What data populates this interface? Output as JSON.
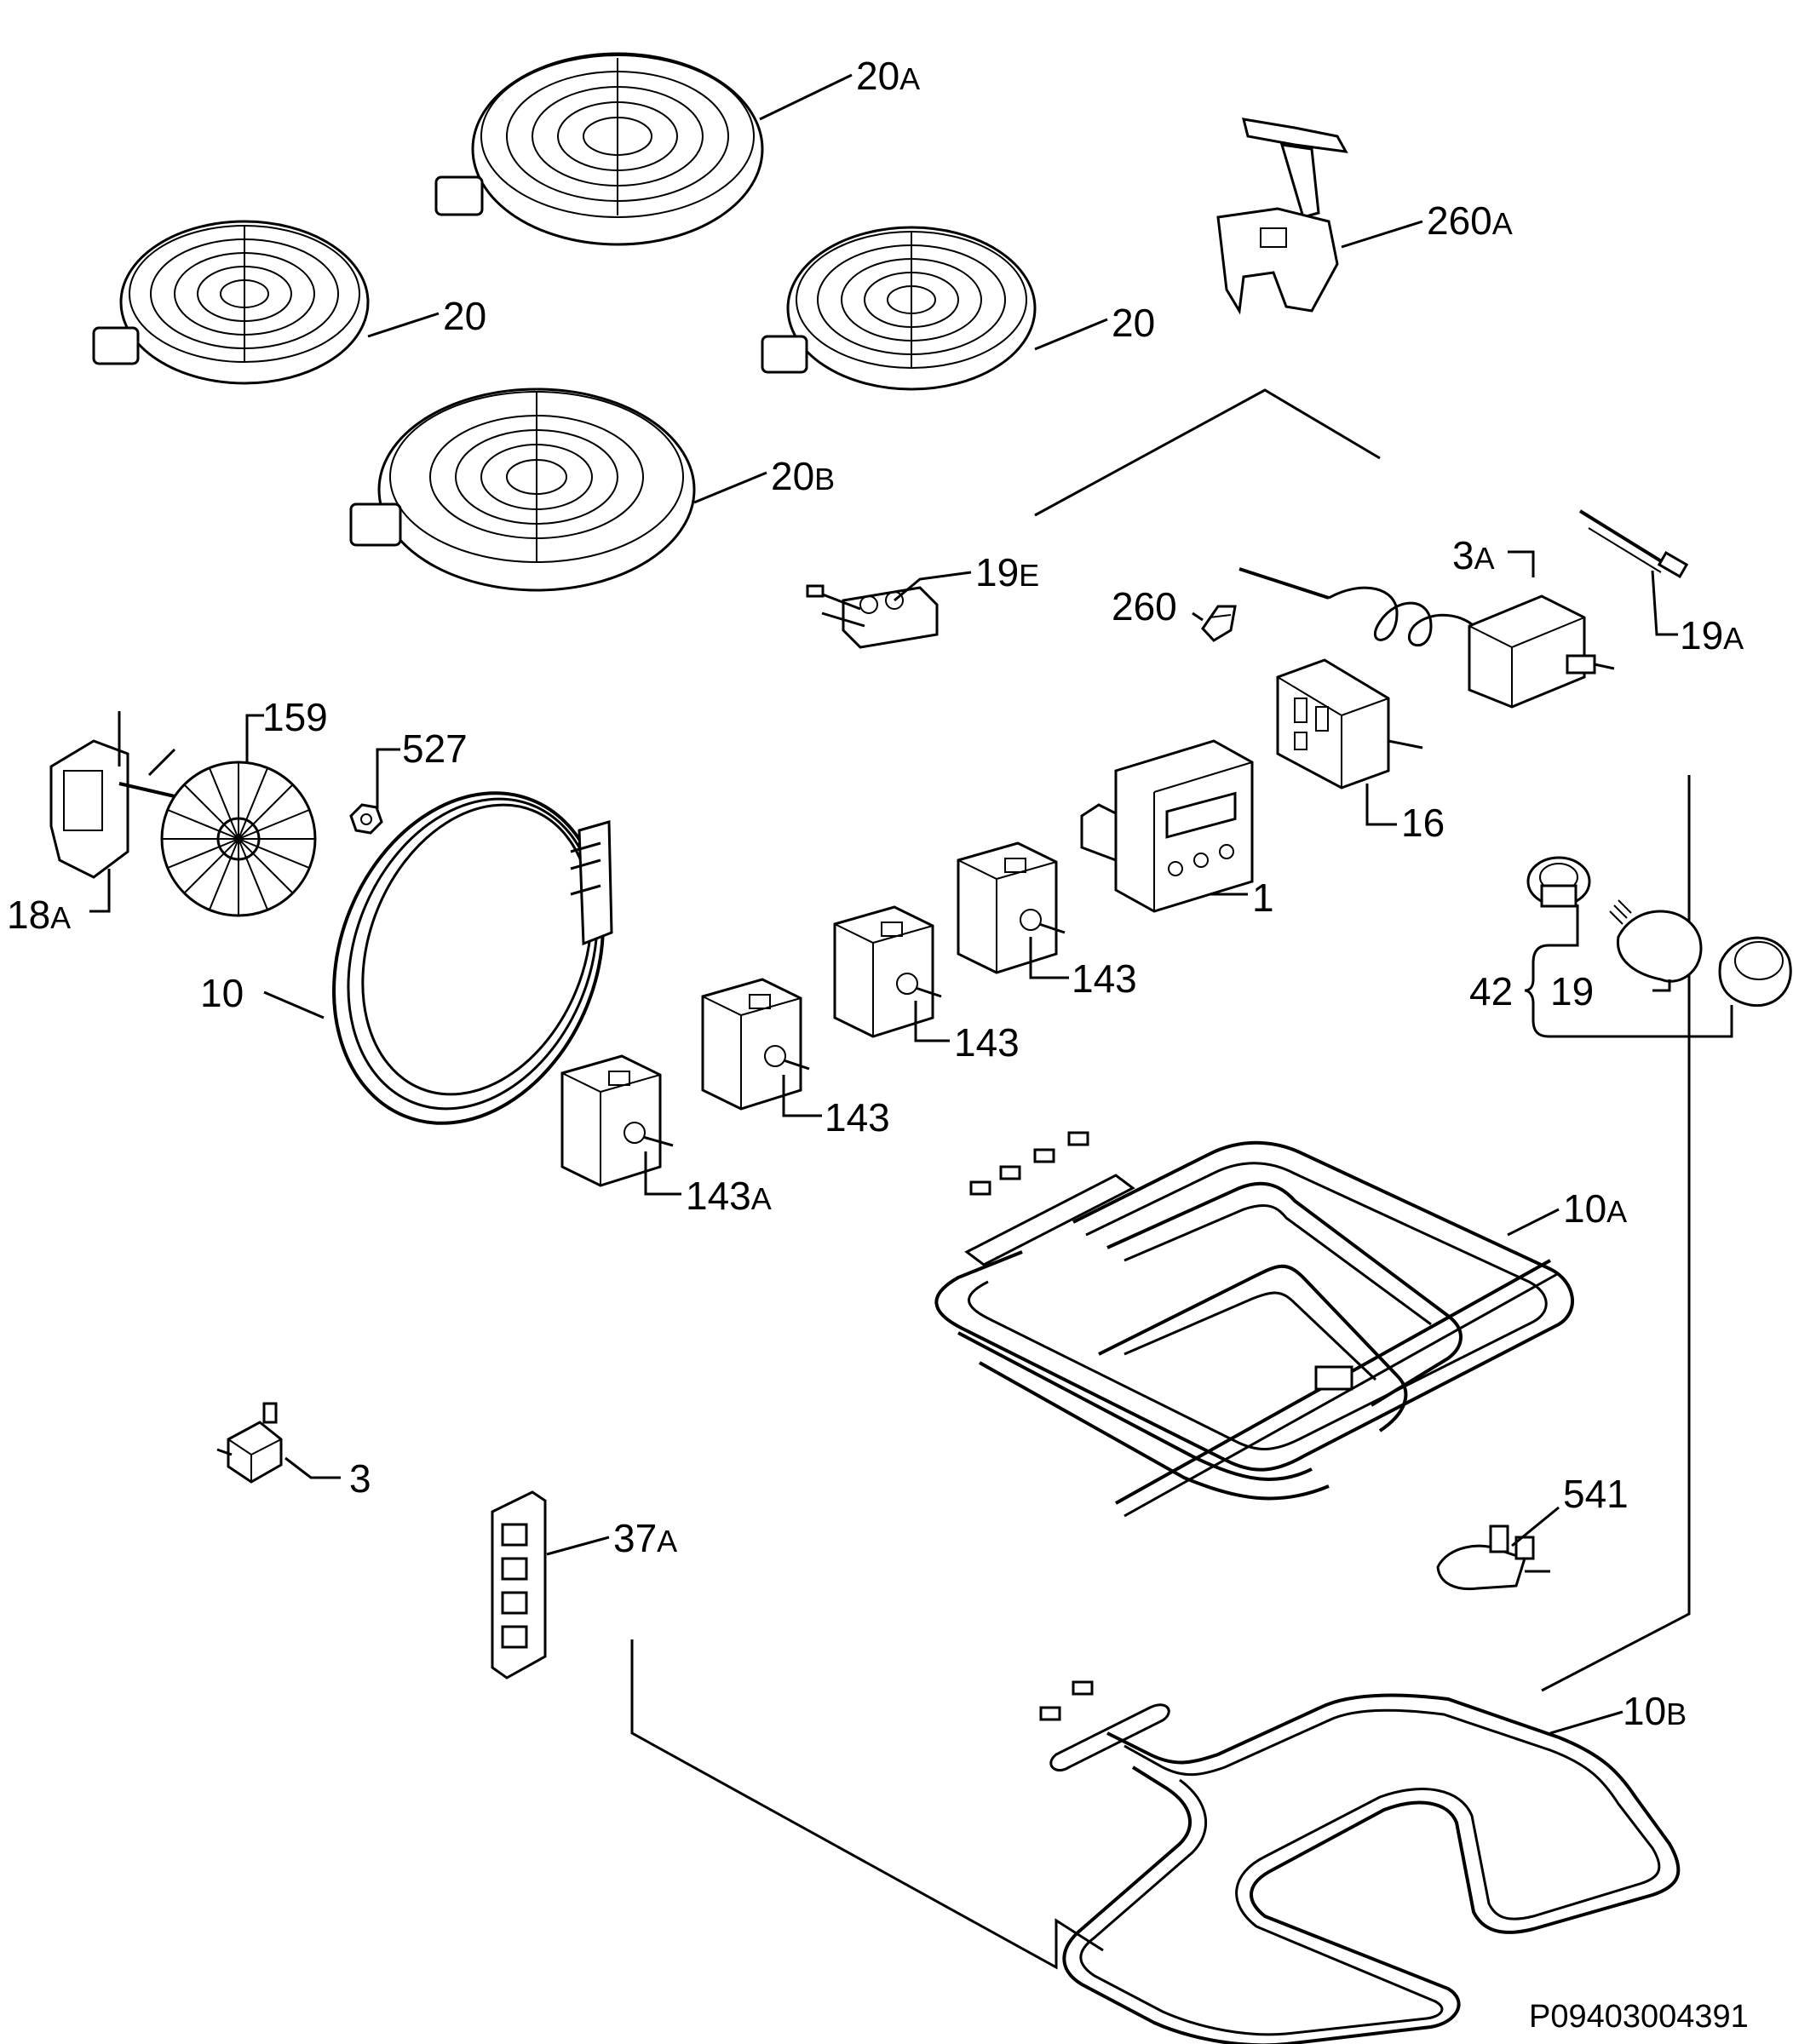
{
  "diagram_code": "P09403004391",
  "labels": {
    "l_20A": {
      "num": "20",
      "suffix": "A"
    },
    "l_20_left": {
      "num": "20",
      "suffix": ""
    },
    "l_20_right": {
      "num": "20",
      "suffix": ""
    },
    "l_20B": {
      "num": "20",
      "suffix": "B"
    },
    "l_260A": {
      "num": "260",
      "suffix": "A"
    },
    "l_19E": {
      "num": "19",
      "suffix": "E"
    },
    "l_260": {
      "num": "260",
      "suffix": ""
    },
    "l_3A": {
      "num": "3",
      "suffix": "A"
    },
    "l_19A": {
      "num": "19",
      "suffix": "A"
    },
    "l_159": {
      "num": "159",
      "suffix": ""
    },
    "l_527": {
      "num": "527",
      "suffix": ""
    },
    "l_18A": {
      "num": "18",
      "suffix": "A"
    },
    "l_16": {
      "num": "16",
      "suffix": ""
    },
    "l_1": {
      "num": "1",
      "suffix": ""
    },
    "l_10": {
      "num": "10",
      "suffix": ""
    },
    "l_143_a": {
      "num": "143",
      "suffix": ""
    },
    "l_143_b": {
      "num": "143",
      "suffix": ""
    },
    "l_143_c": {
      "num": "143",
      "suffix": ""
    },
    "l_143A": {
      "num": "143",
      "suffix": "A"
    },
    "l_42": {
      "num": "42",
      "suffix": ""
    },
    "l_19": {
      "num": "19",
      "suffix": ""
    },
    "l_10A": {
      "num": "10",
      "suffix": "A"
    },
    "l_3": {
      "num": "3",
      "suffix": ""
    },
    "l_37A": {
      "num": "37",
      "suffix": "A"
    },
    "l_541": {
      "num": "541",
      "suffix": ""
    },
    "l_10B": {
      "num": "10",
      "suffix": "B"
    }
  }
}
